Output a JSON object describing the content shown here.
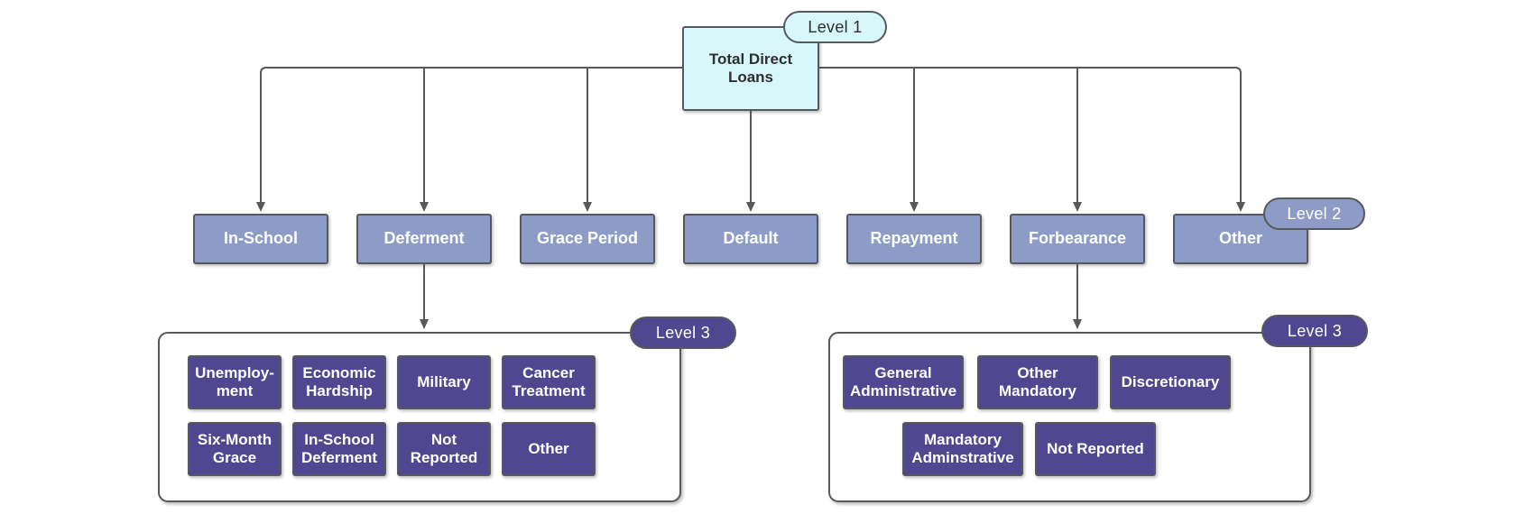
{
  "palette": {
    "level1_fill": "#d8f7fb",
    "level2_fill": "#8c9cc6",
    "level3_fill": "#4f4890",
    "border_line": "#56585c",
    "text_dark": "#2e2e30",
    "text_light": "#ffffff",
    "background": "#ffffff"
  },
  "level1": {
    "badge": "Level 1",
    "node": "Total Direct\nLoans"
  },
  "level2": {
    "badge": "Level 2",
    "nodes": [
      {
        "label": "In-School"
      },
      {
        "label": "Deferment"
      },
      {
        "label": "Grace Period"
      },
      {
        "label": "Default"
      },
      {
        "label": "Repayment"
      },
      {
        "label": "Forbearance"
      },
      {
        "label": "Other"
      }
    ]
  },
  "level3_deferment": {
    "badge": "Level 3",
    "rows": [
      [
        {
          "label": "Unemploy-\nment"
        },
        {
          "label": "Economic\nHardship"
        },
        {
          "label": "Military"
        },
        {
          "label": "Cancer\nTreatment"
        }
      ],
      [
        {
          "label": "Six-Month\nGrace"
        },
        {
          "label": "In-School\nDeferment"
        },
        {
          "label": "Not\nReported"
        },
        {
          "label": "Other"
        }
      ]
    ]
  },
  "level3_forbearance": {
    "badge": "Level 3",
    "rows": [
      [
        {
          "label": "General\nAdministrative"
        },
        {
          "label": "Other\nMandatory"
        },
        {
          "label": "Discretionary"
        }
      ],
      [
        {
          "label": "Mandatory\nAdminstrative"
        },
        {
          "label": "Not Reported"
        }
      ]
    ]
  }
}
